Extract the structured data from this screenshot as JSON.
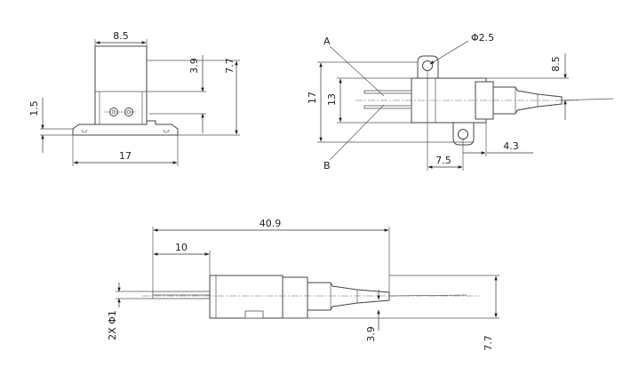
{
  "front_view": {
    "dim_width": "8.5",
    "dim_height_3_9": "3.9",
    "dim_height_7_7": "7.7",
    "dim_flange": "1.5",
    "dim_base": "17"
  },
  "top_view": {
    "label_a": "A",
    "label_b": "B",
    "dim_hole": "Φ2.5",
    "dim_17": "17",
    "dim_13": "13",
    "dim_8_5": "8.5",
    "dim_7_5": "7.5",
    "dim_4_3": "4.3"
  },
  "side_view": {
    "dim_total": "40.9",
    "dim_10": "10",
    "dim_pins": "2X Φ1",
    "dim_3_9": "3.9",
    "dim_7_7": "7.7"
  }
}
